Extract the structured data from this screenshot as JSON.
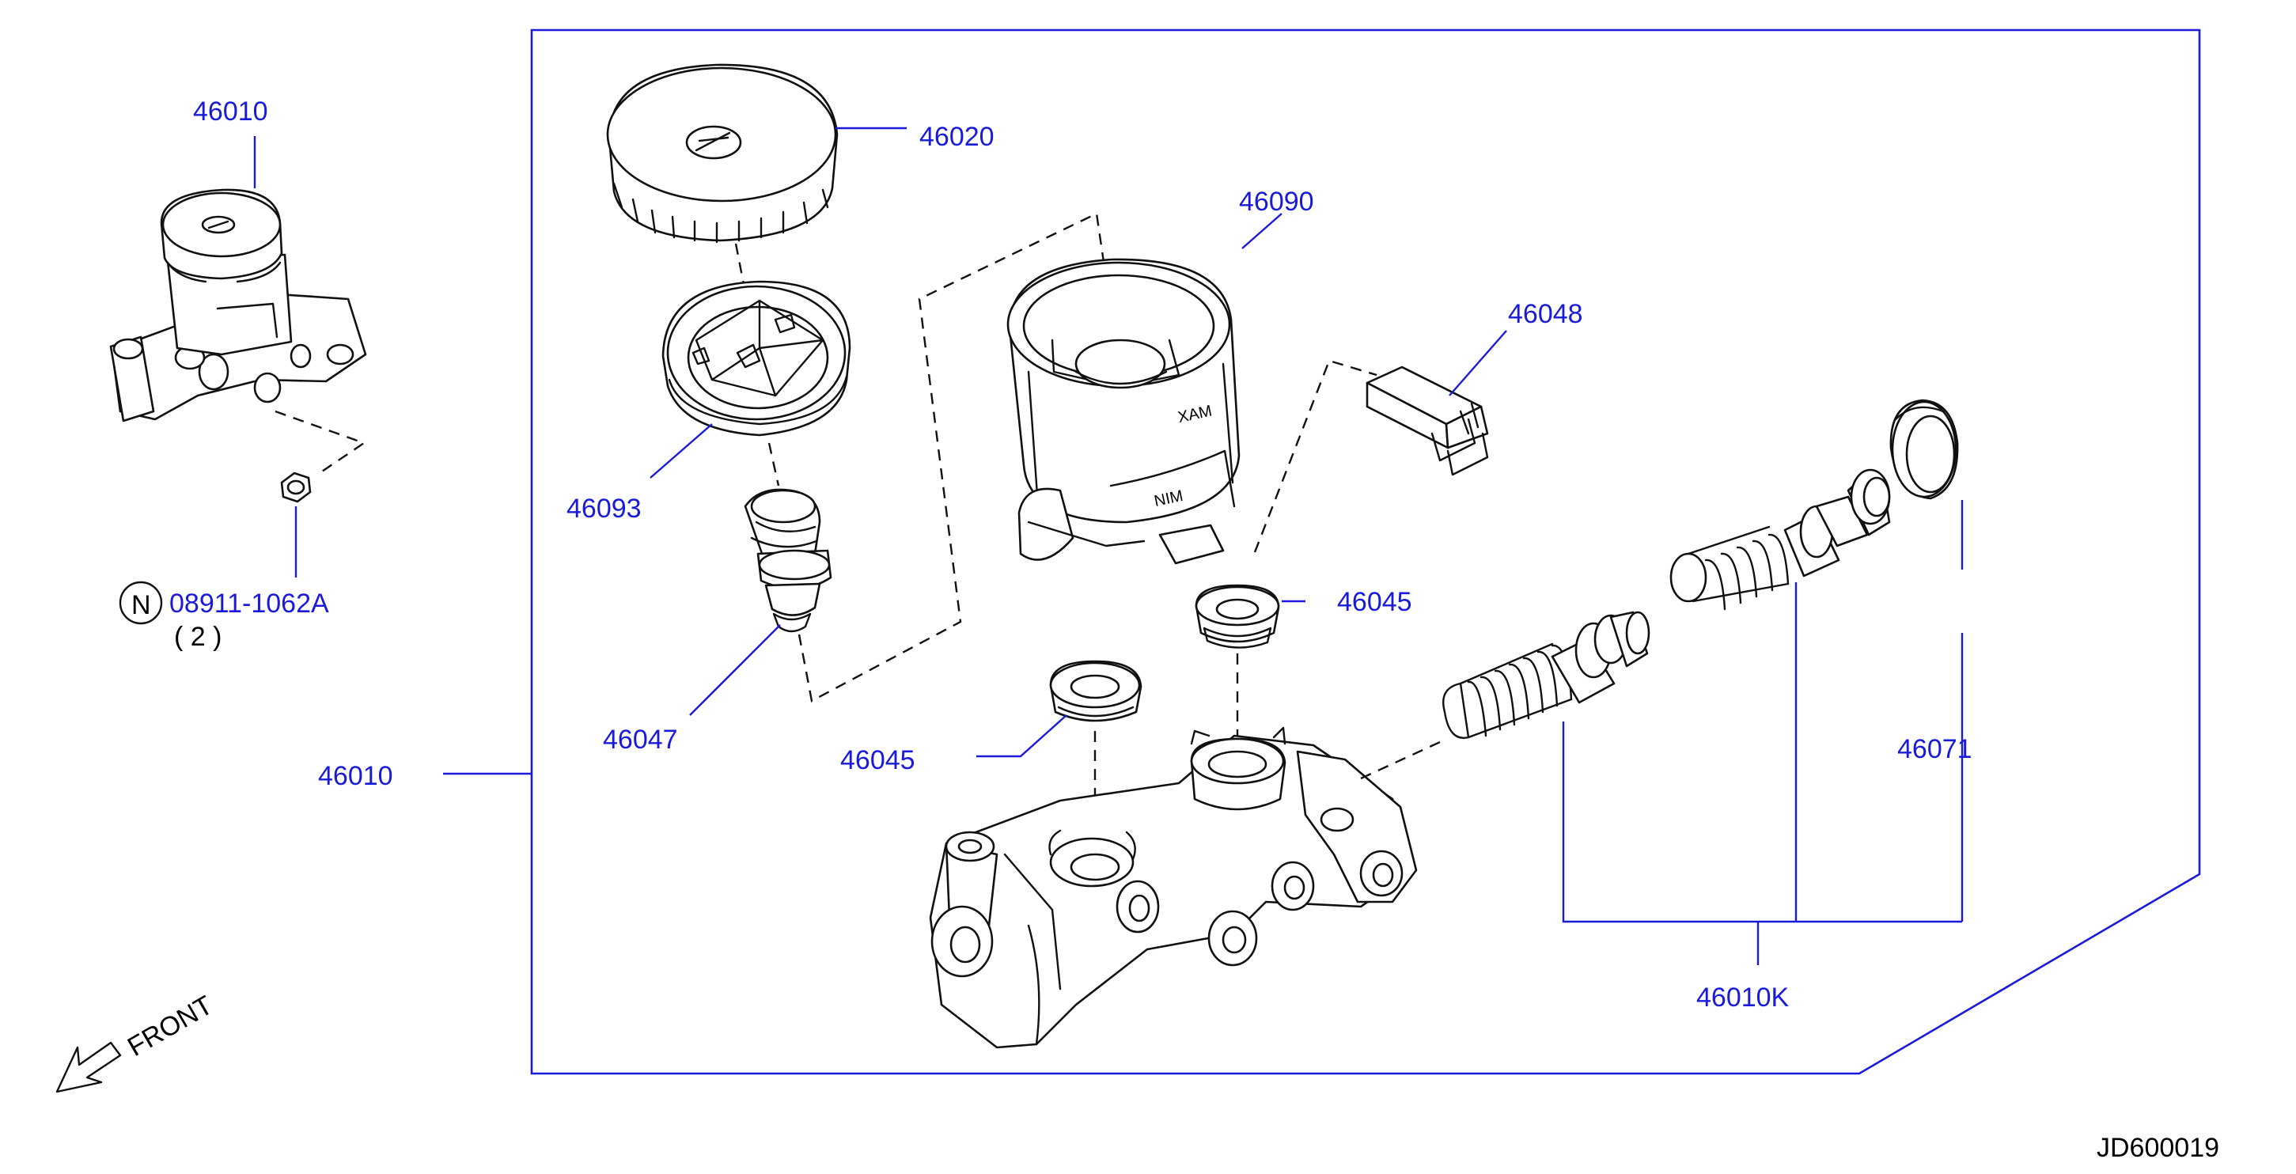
{
  "labels": {
    "p46010_top": "46010",
    "p46020": "46020",
    "p46090": "46090",
    "p46048": "46048",
    "p46093": "46093",
    "p46045_right": "46045",
    "p46047": "46047",
    "p46045": "46045",
    "p46010_left": "46010",
    "p46071": "46071",
    "p46010K": "46010K",
    "nut_code": "08911-1062A",
    "nut_qty": "( 2 )",
    "nut_symbol": "N",
    "front": "FRONT",
    "diagram_id": "JD600019"
  },
  "colors": {
    "label_blue": "#1a1adb",
    "line_black": "#111111",
    "background": "#ffffff"
  }
}
